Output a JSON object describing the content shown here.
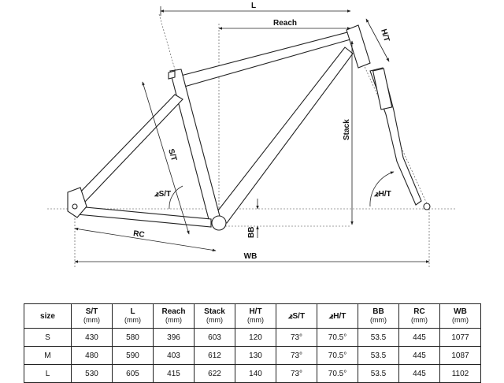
{
  "diagram": {
    "labels": {
      "L": "L",
      "reach": "Reach",
      "ht": "H/T",
      "stack": "Stack",
      "st": "S/T",
      "st_angle": "S/T",
      "ht_angle": "H/T",
      "bb": "BB",
      "rc": "RC",
      "wb": "WB"
    },
    "angle_glyph": "⦨"
  },
  "table": {
    "headers": [
      {
        "label": "size",
        "unit": ""
      },
      {
        "label": "S/T",
        "unit": "(mm)"
      },
      {
        "label": "L",
        "unit": "(mm)"
      },
      {
        "label": "Reach",
        "unit": "(mm)"
      },
      {
        "label": "Stack",
        "unit": "(mm)"
      },
      {
        "label": "H/T",
        "unit": "(mm)"
      },
      {
        "label": "⦨S/T",
        "unit": ""
      },
      {
        "label": "⦨H/T",
        "unit": ""
      },
      {
        "label": "BB",
        "unit": "(mm)"
      },
      {
        "label": "RC",
        "unit": "(mm)"
      },
      {
        "label": "WB",
        "unit": "(mm)"
      }
    ],
    "rows": [
      [
        "S",
        "430",
        "580",
        "396",
        "603",
        "120",
        "73°",
        "70.5°",
        "53.5",
        "445",
        "1077"
      ],
      [
        "M",
        "480",
        "590",
        "403",
        "612",
        "130",
        "73°",
        "70.5°",
        "53.5",
        "445",
        "1087"
      ],
      [
        "L",
        "530",
        "605",
        "415",
        "622",
        "140",
        "73°",
        "70.5°",
        "53.5",
        "445",
        "1102"
      ]
    ]
  }
}
